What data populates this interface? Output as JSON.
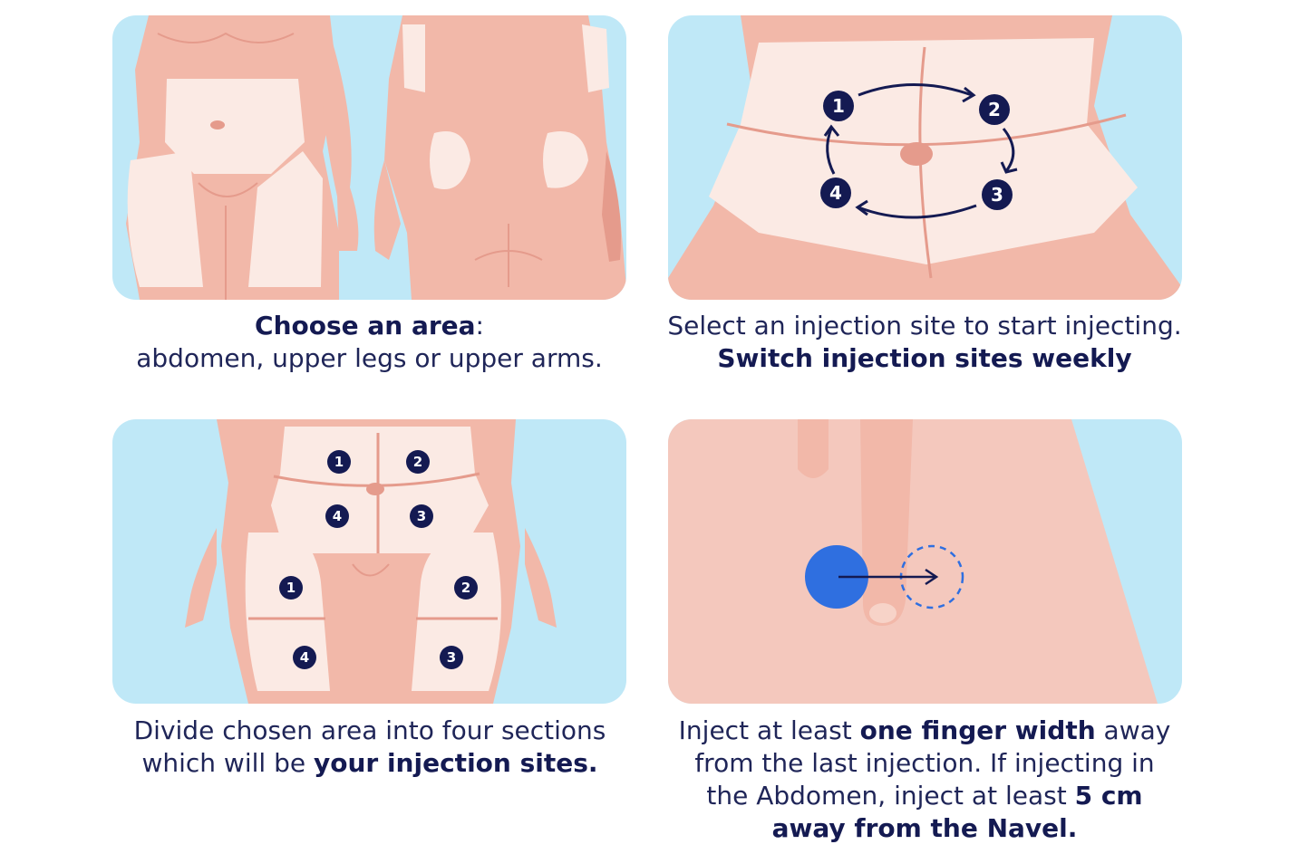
{
  "colors": {
    "sky": "#bfe8f7",
    "skin": "#f2b8a9",
    "skin_dark": "#e59b8c",
    "zone": "#fbeae4",
    "navy": "#141a52",
    "blue_dot": "#2f6fe0"
  },
  "panels": [
    {
      "caption_bold": "Choose an area",
      "caption_colon": ":",
      "caption_rest": "abdomen, upper legs or upper arms."
    },
    {
      "caption_line1": "Select an injection site to start injecting.",
      "caption_bold": "Switch injection sites weekly",
      "sites": [
        "1",
        "2",
        "3",
        "4"
      ]
    },
    {
      "caption_pre": "Divide chosen area into four sections",
      "caption_pre2": "which will be ",
      "caption_bold": "your injection sites.",
      "abdomen_sites": [
        "1",
        "2",
        "4",
        "3"
      ],
      "leg_sites": [
        "1",
        "2",
        "4",
        "3"
      ]
    },
    {
      "caption_pre": "Inject at least ",
      "caption_bold1": "one finger width",
      "caption_mid1": " away",
      "caption_mid2": "from the last injection. If injecting in",
      "caption_mid3": "the Abdomen, inject at least ",
      "caption_bold2": "5 cm",
      "caption_bold3": "away from the Navel."
    }
  ]
}
